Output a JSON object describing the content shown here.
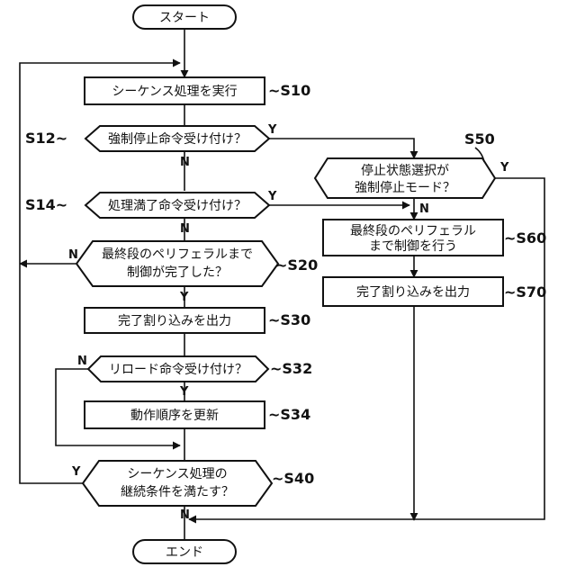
{
  "title": "",
  "terminals": {
    "start": "スタート",
    "end": "エンド"
  },
  "nodes": {
    "s10": {
      "step": "S10",
      "text": "シーケンス処理を実行"
    },
    "s12": {
      "step": "S12",
      "text": "強制停止命令受け付け？"
    },
    "s14": {
      "step": "S14",
      "text": "処理満了命令受け付け？"
    },
    "s20": {
      "step": "S20",
      "line1": "最終段のペリフェラルまで",
      "line2": "制御が完了した？"
    },
    "s30": {
      "step": "S30",
      "text": "完了割り込みを出力"
    },
    "s32": {
      "step": "S32",
      "text": "リロード命令受け付け？"
    },
    "s34": {
      "step": "S34",
      "text": "動作順序を更新"
    },
    "s40": {
      "step": "S40",
      "line1": "シーケンス処理の",
      "line2": "継続条件を満たす？"
    },
    "s50": {
      "step": "S50",
      "line1": "停止状態選択が",
      "line2": "強制停止モード？"
    },
    "s60": {
      "step": "S60",
      "line1": "最終段のペリフェラル",
      "line2": "まで制御を行う"
    },
    "s70": {
      "step": "S70",
      "text": "完了割り込みを出力"
    }
  },
  "branch": {
    "yes": "Y",
    "no": "N"
  }
}
